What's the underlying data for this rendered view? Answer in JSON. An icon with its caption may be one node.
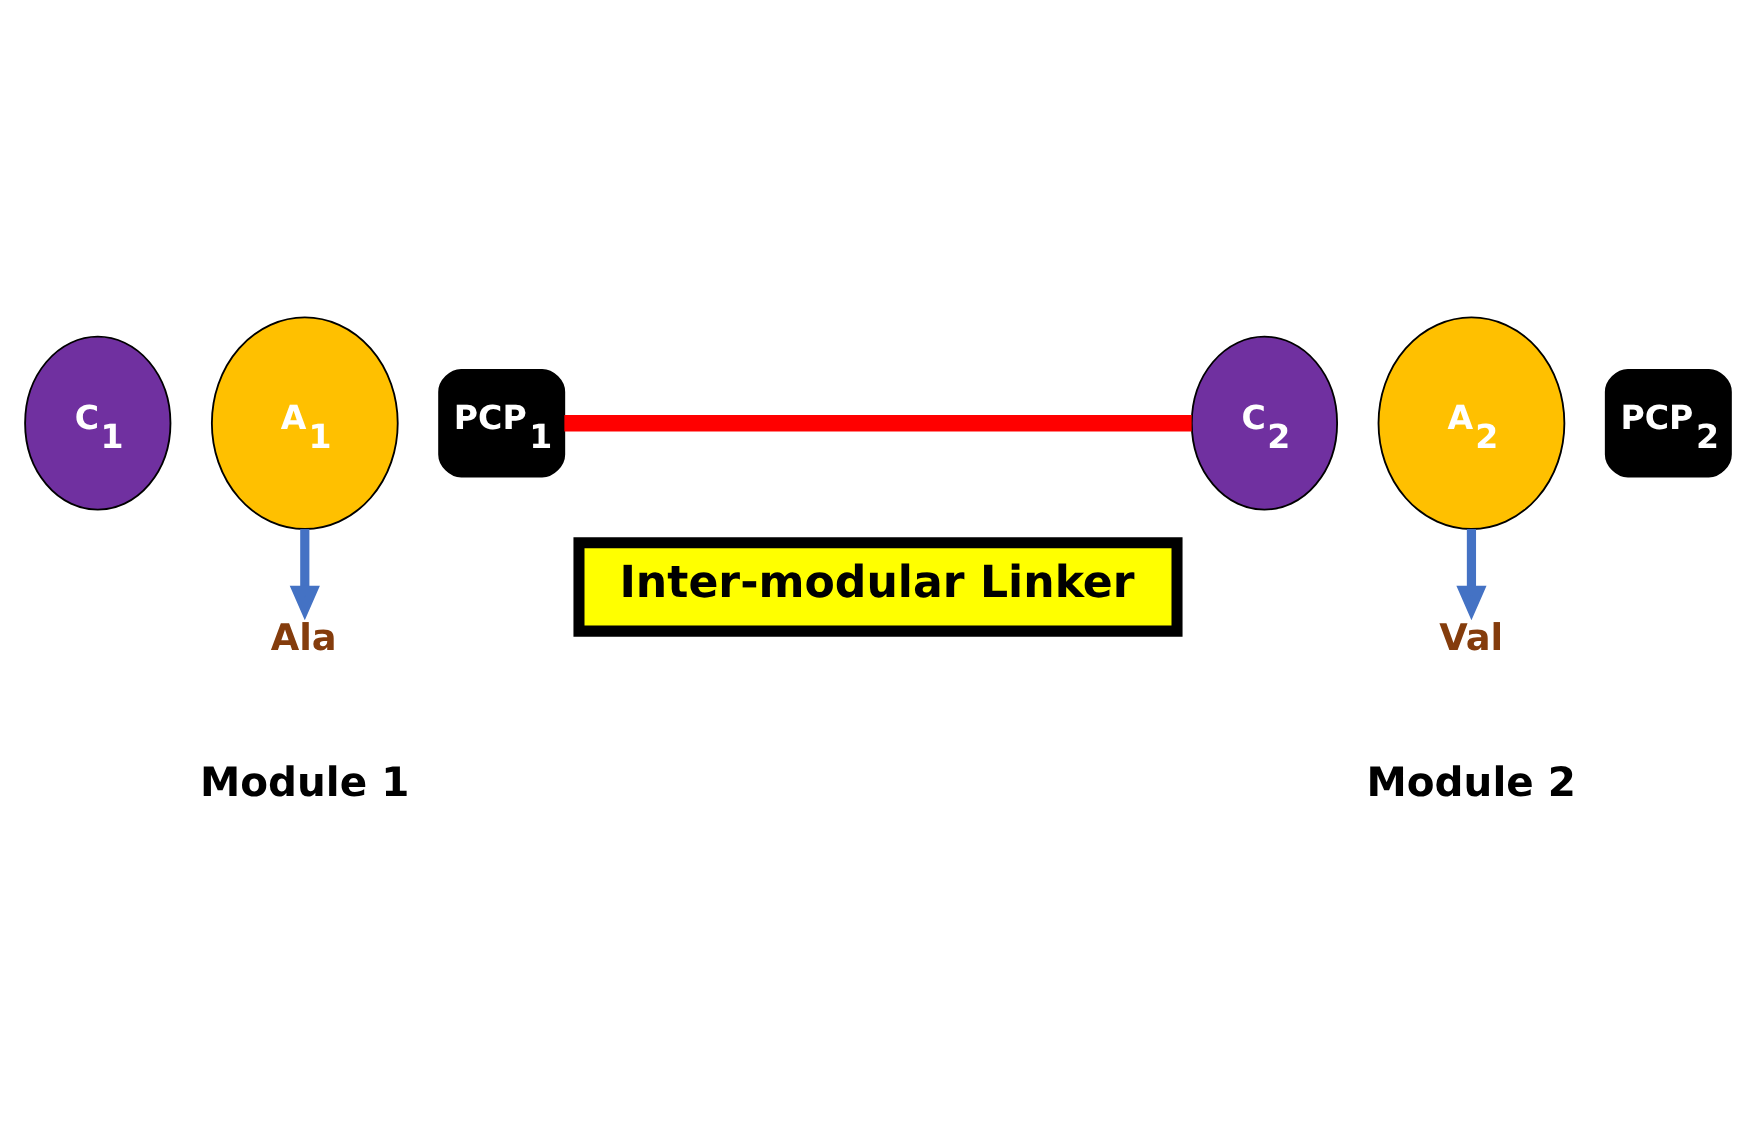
{
  "diagram": {
    "nodes": [
      {
        "text": [
          "C$_{1}$"
        ]
      },
      {
        "text": [
          "A$_{1}$"
        ]
      },
      {
        "text": [
          "PCP$_{1}$"
        ]
      },
      {
        "text": [
          "C$_{2}$"
        ]
      },
      {
        "text": [
          "A$_{2}$"
        ]
      },
      {
        "text": [
          "PCP$_{2}$"
        ]
      },
      {
        "text": [
          "Ala"
        ]
      },
      {
        "text": [
          "Val"
        ]
      },
      {
        "text": [
          "Inter-modular Linker"
        ]
      }
    ],
    "edges": [
      {
        "from": 2,
        "to": 3,
        "arrow": "none",
        "style": "thick",
        "color": "#ff0000"
      },
      {
        "from": 1,
        "to": 6,
        "arrow": "to"
      },
      {
        "from": 4,
        "to": 7,
        "arrow": "to"
      }
    ],
    "labels": [
      "Module 1",
      "Module 2"
    ]
  }
}
